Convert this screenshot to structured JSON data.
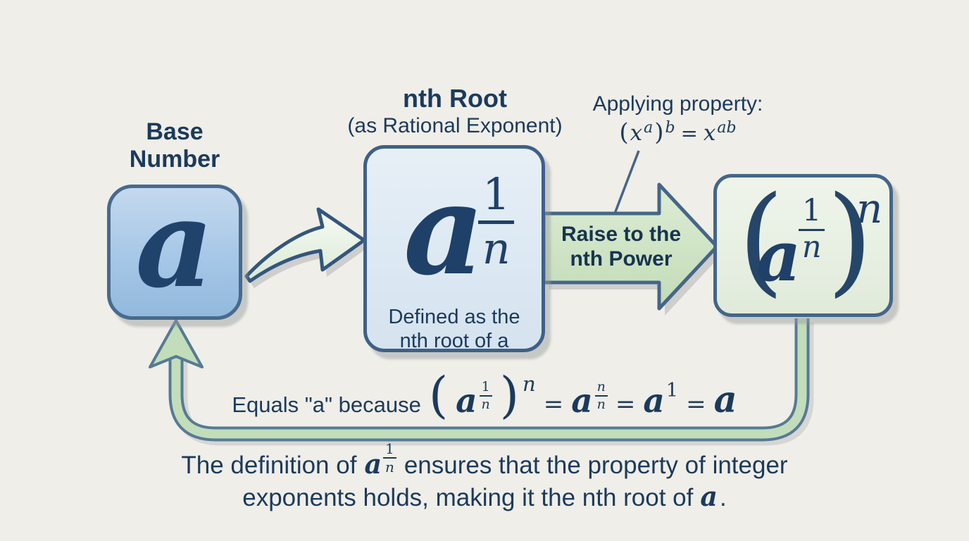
{
  "base": {
    "label_line1": "Base",
    "label_line2": "Number",
    "symbol": "a"
  },
  "nth_root": {
    "title": "nth Root",
    "subtitle": "(as Rational Exponent)",
    "base": "a",
    "exp_num": "1",
    "exp_den": "n",
    "caption_line1": "Defined as the",
    "caption_line2": "nth root of a"
  },
  "property": {
    "label": "Applying property:",
    "lparen": "(",
    "x_base": "x",
    "a_exp": "a",
    "rparen": ")",
    "b_exp": "b",
    "equals": "=",
    "x_base2": "x",
    "ab_exp": "ab"
  },
  "raise_arrow": {
    "label_line1": "Raise to the",
    "label_line2": "nth Power"
  },
  "result": {
    "lparen": "(",
    "base": "a",
    "exp_num": "1",
    "exp_den": "n",
    "rparen": ")",
    "outer_exp": "n"
  },
  "equals_line": {
    "prefix": "Equals \"a\" because",
    "lparen": "(",
    "base1": "a",
    "num1": "1",
    "den1": "n",
    "rparen": ")",
    "exp1": "n",
    "eq1": "=",
    "base2": "a",
    "num2": "n",
    "den2": "n",
    "eq2": "=",
    "base3": "a",
    "exp3": "1",
    "eq3": "=",
    "result": "a"
  },
  "footer": {
    "line1_start": "The definition of",
    "math_base": "a",
    "math_num": "1",
    "math_den": "n",
    "line1_end": "ensures that the property of integer",
    "line2_start": "exponents holds, making it the nth root of",
    "line2_math": "a",
    "line2_end": "."
  },
  "colors": {
    "background": "#efeee8",
    "text_navy": "#1b3a5c",
    "box_border": "#456687",
    "blue_fill": "#a6c7e7",
    "light_blue_fill": "#dde9f3",
    "green_fill": "#cbe2c2",
    "result_fill": "#e8f0e3",
    "loop_green": "#c2ddba",
    "loop_outline": "#567a94"
  }
}
